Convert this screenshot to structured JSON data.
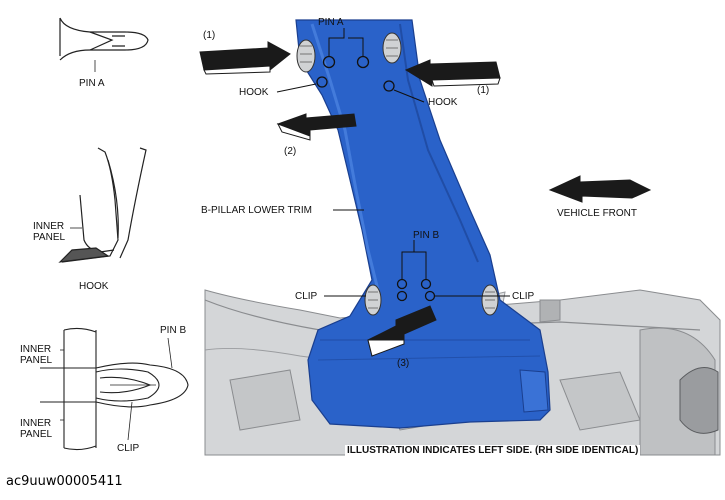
{
  "labels": {
    "pin_a_detail": "PIN A",
    "hook_detail": "HOOK",
    "inner_panel_hook_1": "INNER",
    "inner_panel_hook_2": "PANEL",
    "inner_panel_top_1": "INNER",
    "inner_panel_top_2": "PANEL",
    "inner_panel_bottom_1": "INNER",
    "inner_panel_bottom_2": "PANEL",
    "pin_b_detail": "PIN B",
    "clip_detail": "CLIP",
    "step_1_left": "(1)",
    "step_1_right": "(1)",
    "step_2": "(2)",
    "step_3": "(3)",
    "pin_a_main": "PIN A",
    "hook_left": "HOOK",
    "hook_right": "HOOK",
    "trim_name": "B-PILLAR LOWER TRIM",
    "vehicle_front": "VEHICLE FRONT",
    "pin_b_main": "PIN B",
    "clip_left": "CLIP",
    "clip_right": "CLIP",
    "footnote": "ILLUSTRATION INDICATES LEFT SIDE. (RH SIDE IDENTICAL)"
  },
  "caption": "ac9uuw00005411",
  "colors": {
    "trim_blue": "#2a62c9",
    "trim_dark": "#1a3f8f",
    "arrow_fill": "#1a1a1a",
    "body_gray": "#d4d6d8",
    "body_dark": "#8a8c8f"
  }
}
